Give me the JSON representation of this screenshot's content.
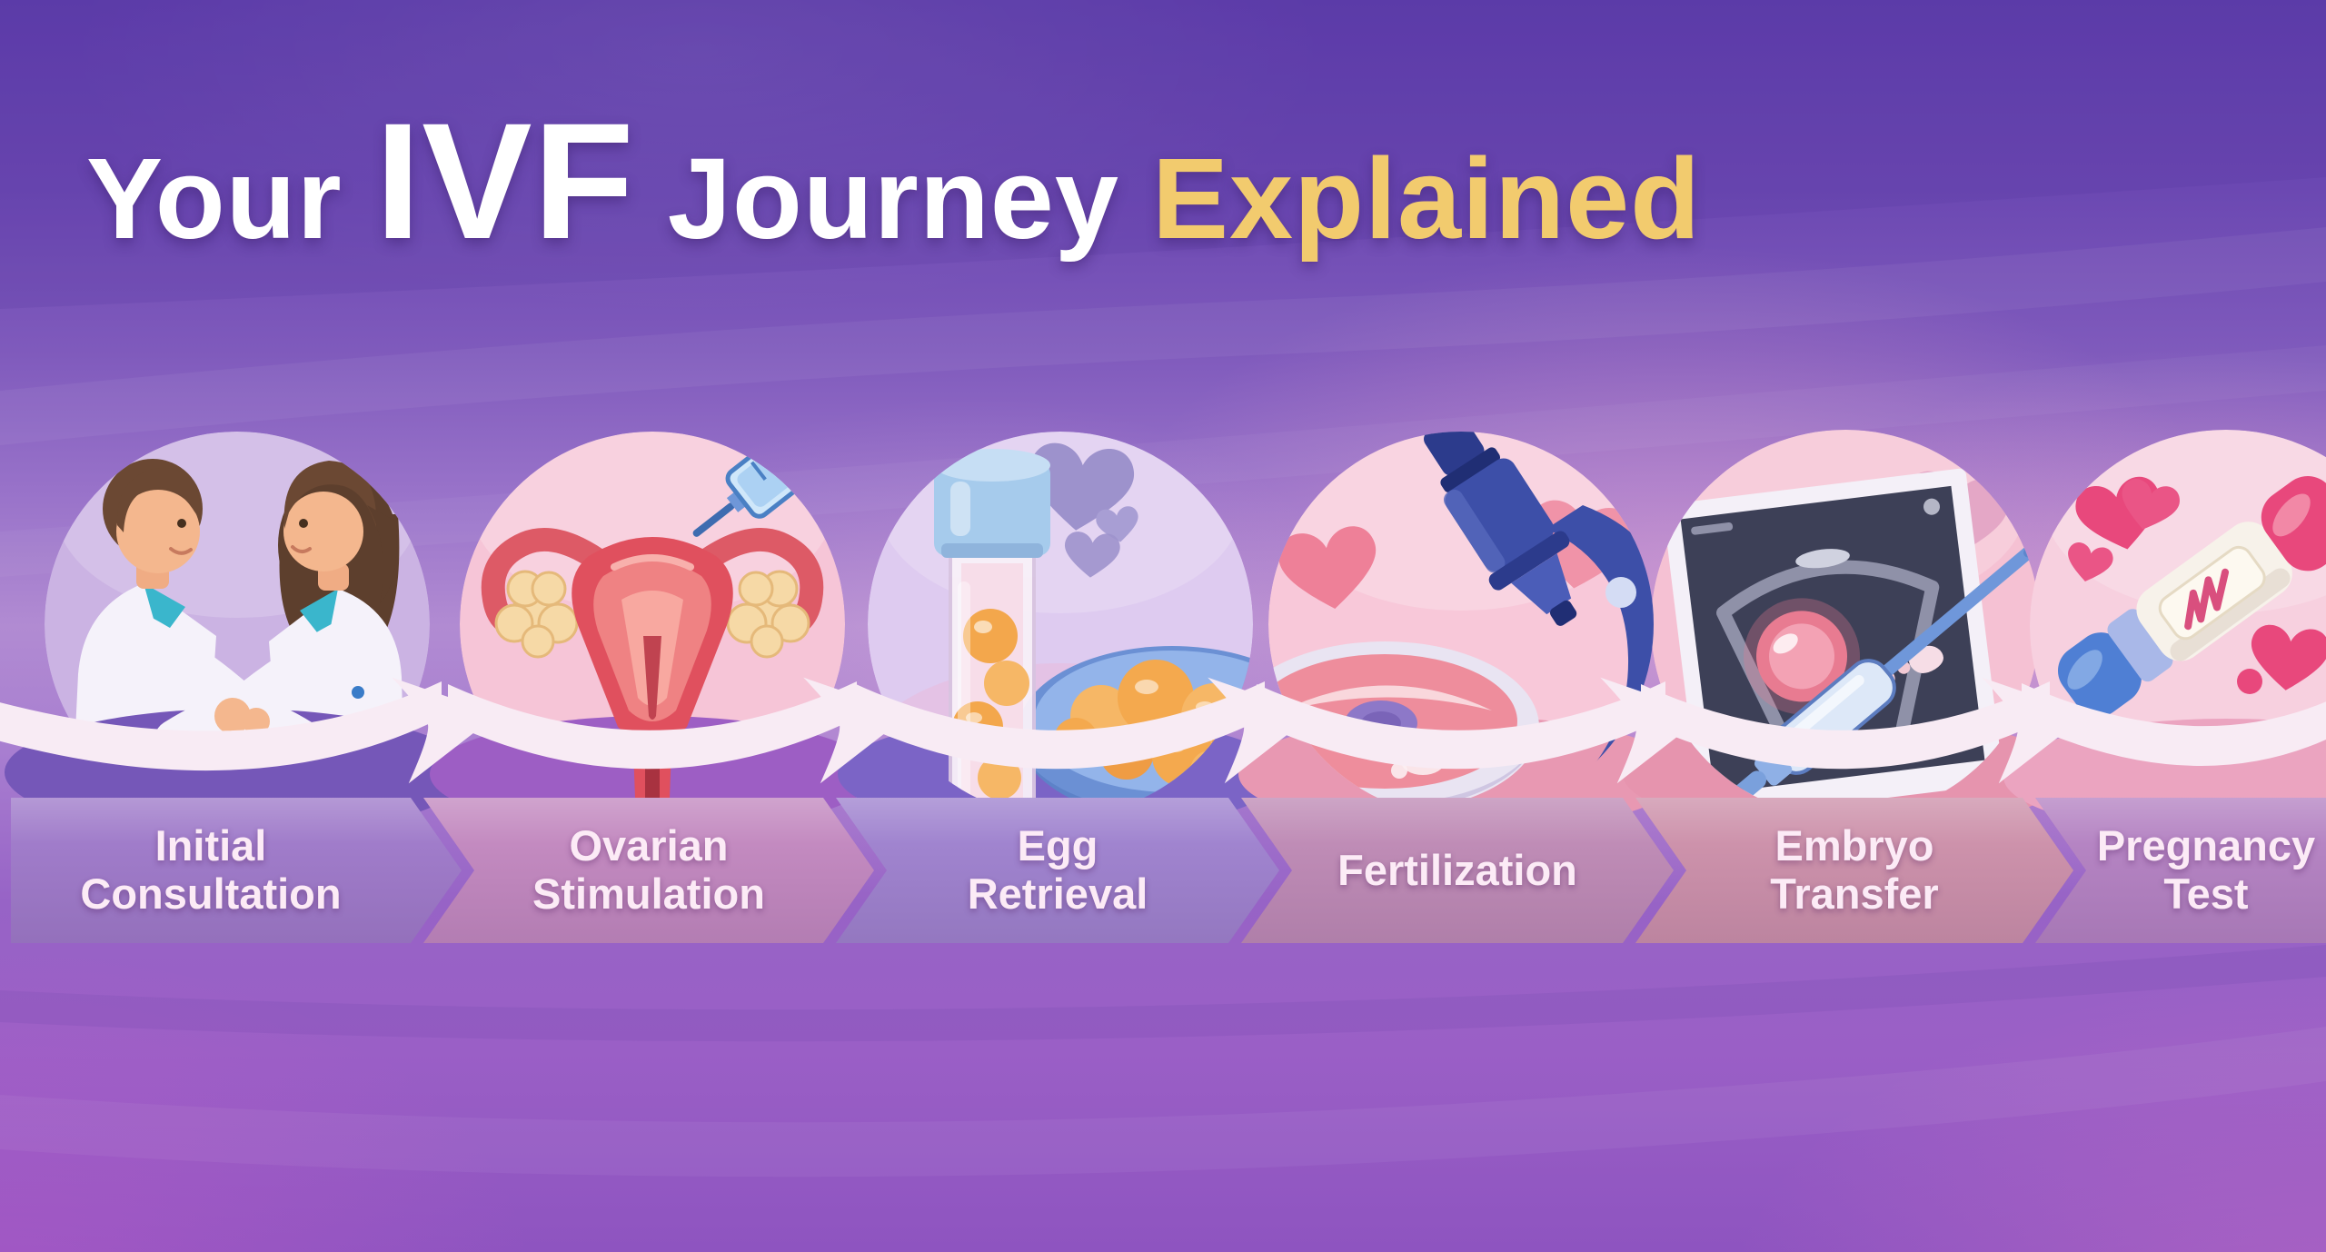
{
  "title": {
    "part1": "Your",
    "part2": "IVF",
    "part3": "Journey",
    "part4": "Explained"
  },
  "steps": [
    {
      "label": "Initial\nConsultation",
      "icon": "consultation-icon",
      "chevron_color": "#a07cca",
      "circle_color": "#cbb3e3"
    },
    {
      "label": "Ovarian\nStimulation",
      "icon": "ovarian-stimulation-icon",
      "chevron_color": "#c38ac0",
      "circle_color": "#f6c5d7"
    },
    {
      "label": "Egg\nRetrieval",
      "icon": "egg-retrieval-icon",
      "chevron_color": "#a084cf",
      "circle_color": "#decbf0"
    },
    {
      "label": "Fertilization",
      "icon": "fertilization-icon",
      "chevron_color": "#bf8cb6",
      "circle_color": "#f8c8d9"
    },
    {
      "label": "Embryo\nTransfer",
      "icon": "embryo-transfer-icon",
      "chevron_color": "#cd92ab",
      "circle_color": "#f5c1d3"
    },
    {
      "label": "Pregnancy\nTest",
      "icon": "pregnancy-test-icon",
      "chevron_color": "#b584c3",
      "circle_color": "#f7d0df"
    }
  ],
  "colors": {
    "background_top": "#5e3dab",
    "background_mid": "#b18bd2",
    "background_bottom": "#8e54c0",
    "title_text": "#ffffff",
    "title_highlight": "#f2cb6e",
    "chevron_text": "#fcebf6",
    "ribbon": "#f8ebf4",
    "table_purple": "#7557b8",
    "table_magenta": "#9d5ec4",
    "table_pink": "#e898b2",
    "heart_pink": "#e8487c",
    "heart_purple": "#9d92cc"
  }
}
